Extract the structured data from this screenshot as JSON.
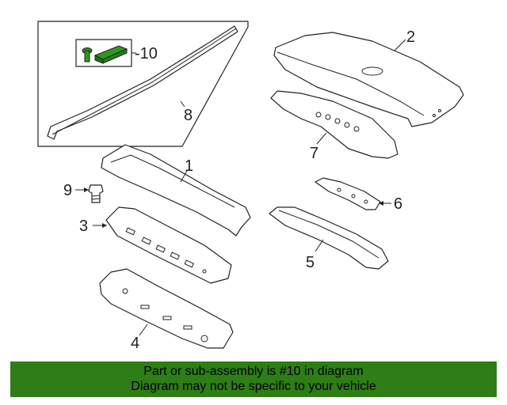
{
  "callouts": {
    "c1": "1",
    "c2": "2",
    "c3": "3",
    "c4": "4",
    "c5": "5",
    "c6": "6",
    "c7": "7",
    "c8": "8",
    "c9": "9",
    "c10": "-10"
  },
  "banner": {
    "line1": "Part or sub-assembly is #10 in diagram",
    "line2": "Diagram may not be specific to your vehicle"
  },
  "colors": {
    "banner_bg": "#2e7d17",
    "highlight_part": "#2e9a1a",
    "line": "#222222"
  }
}
